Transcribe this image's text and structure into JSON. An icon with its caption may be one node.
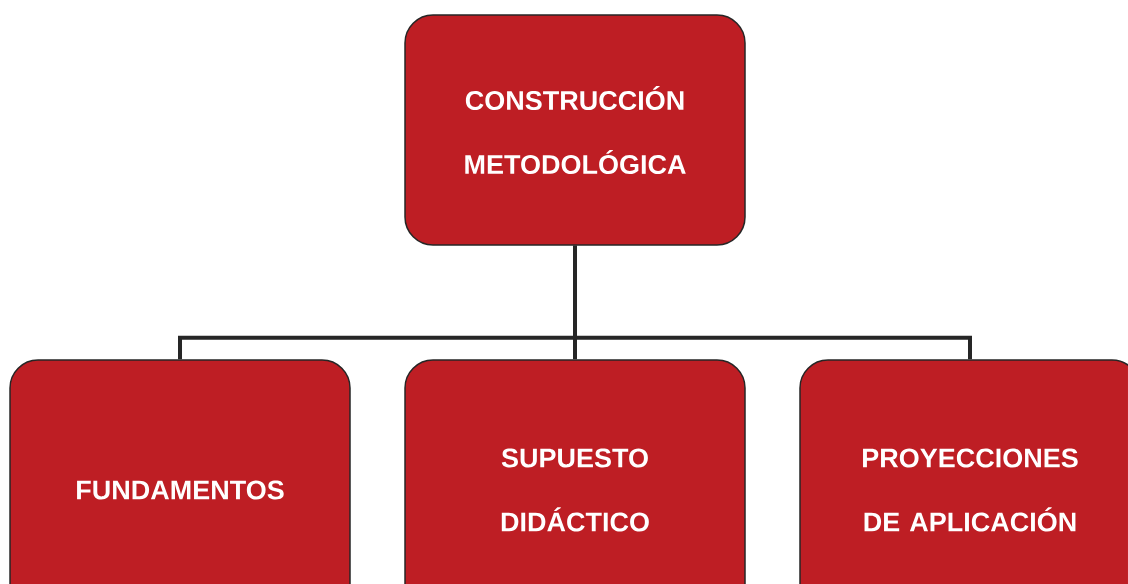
{
  "diagram": {
    "nodes": [
      {
        "text": [
          "CONSTRUCCIÓN METODOLÓGICA"
        ]
      },
      {
        "text": [
          "FUNDAMENTOS"
        ]
      },
      {
        "text": [
          "SUPUESTO DIDÁCTICO"
        ]
      },
      {
        "text": [
          "PROYECCIONES DE APLICACIÓN"
        ]
      }
    ],
    "edges": [
      {
        "from": 0,
        "to": 1,
        "arrow": "none"
      },
      {
        "from": 0,
        "to": 2,
        "arrow": "none"
      },
      {
        "from": 0,
        "to": 3,
        "arrow": "none"
      }
    ]
  }
}
